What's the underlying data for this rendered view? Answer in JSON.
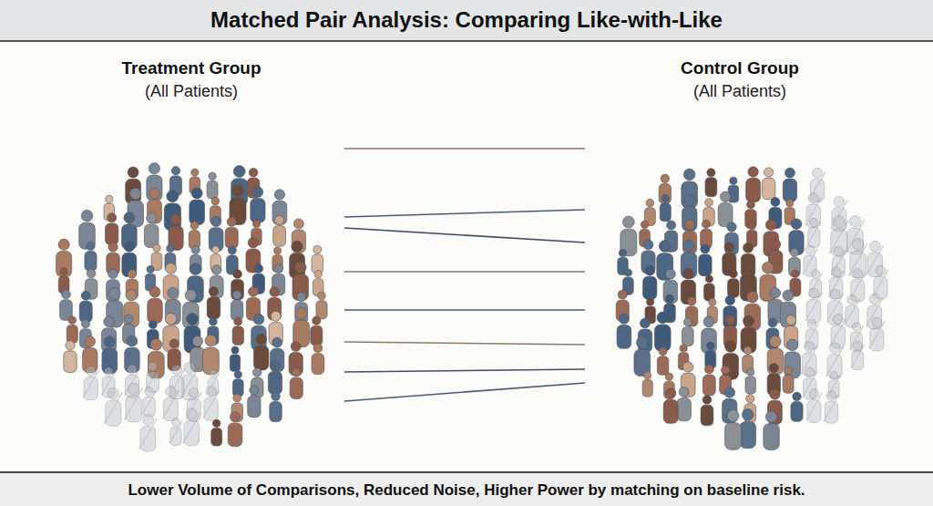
{
  "diagram": {
    "title": "Matched Pair Analysis: Comparing Like-with-Like",
    "caption": "Lower Volume of Comparisons, Reduced Noise, Higher Power by matching on baseline risk.",
    "nodes": [
      {
        "text": [
          "Treatment Group",
          "(All Patients)"
        ]
      },
      {
        "text": [
          "Control Group",
          "(All Patients)"
        ]
      }
    ],
    "edges": [
      {
        "from": 0,
        "to": 1,
        "arrow": "none"
      },
      {
        "from": 0,
        "to": 1,
        "arrow": "none"
      },
      {
        "from": 0,
        "to": 1,
        "arrow": "none"
      },
      {
        "from": 0,
        "to": 1,
        "arrow": "none"
      },
      {
        "from": 0,
        "to": 1,
        "arrow": "none"
      },
      {
        "from": 0,
        "to": 1,
        "arrow": "none"
      },
      {
        "from": 0,
        "to": 1,
        "arrow": "none"
      },
      {
        "from": 0,
        "to": 1,
        "arrow": "none"
      }
    ]
  }
}
